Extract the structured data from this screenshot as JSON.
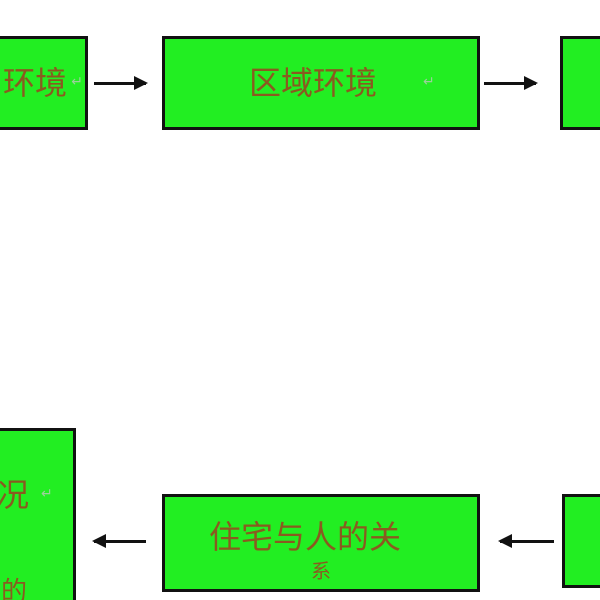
{
  "diagram": {
    "box_fill": "#22ee22",
    "text_color": "#8a5a20",
    "return_mark": "↵",
    "nodes": {
      "top_left": "环境",
      "top_middle": "区域环境",
      "bottom_left_line1": "况",
      "bottom_left_line2": "的",
      "bottom_middle_line1": "住宅与人的关",
      "bottom_middle_line2": "系"
    }
  }
}
